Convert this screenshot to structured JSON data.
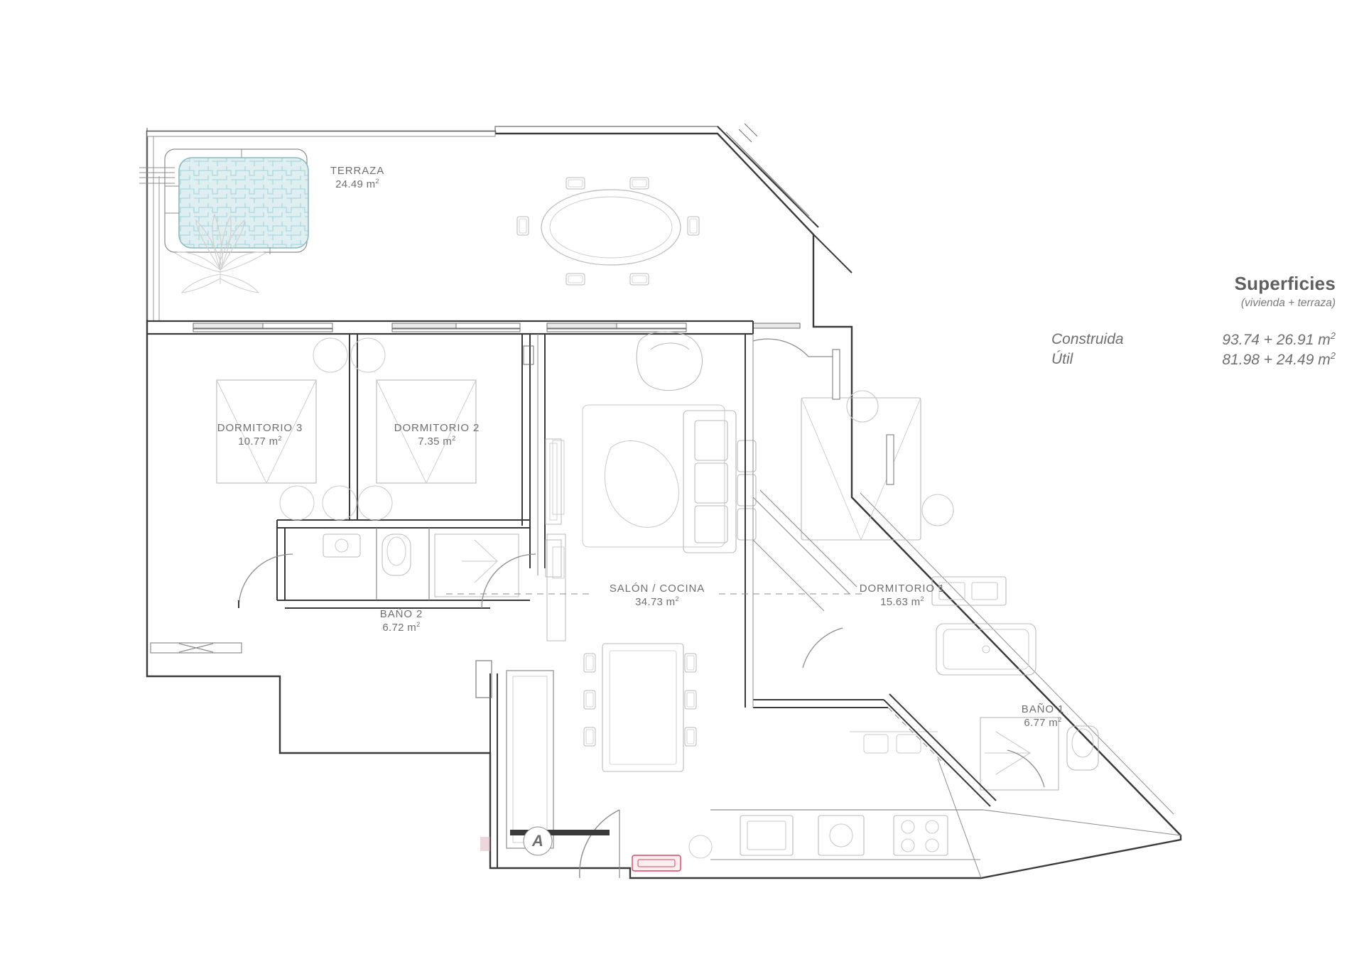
{
  "document": {
    "type": "architectural-floor-plan",
    "language": "es"
  },
  "surfaces": {
    "title": "Superficies",
    "subtitle": "(vivienda + terraza)",
    "rows": [
      {
        "label": "Construida",
        "value": "93.74 + 26.91 m²"
      },
      {
        "label": "Útil",
        "value": "81.98 + 24.49 m²"
      }
    ]
  },
  "rooms": [
    {
      "id": "terraza",
      "name": "TERRAZA",
      "area": "24.49 m²"
    },
    {
      "id": "dormitorio-3",
      "name": "DORMITORIO 3",
      "area": "10.77 m²"
    },
    {
      "id": "dormitorio-2",
      "name": "DORMITORIO 2",
      "area": "7.35 m²"
    },
    {
      "id": "salon-cocina",
      "name": "SALÓN / COCINA",
      "area": "34.73 m²"
    },
    {
      "id": "bano-2",
      "name": "BAÑO 2",
      "area": "6.72 m²"
    },
    {
      "id": "dormitorio-1",
      "name": "DORMITORIO 1",
      "area": "15.63 m²"
    },
    {
      "id": "bano-1",
      "name": "BAÑO 1",
      "area": "6.77 m²"
    }
  ],
  "entrance": {
    "marker": "A"
  },
  "colors": {
    "wall": "#3a3a3a",
    "thin_line": "#8c8c8c",
    "furniture": "#b9b9b9",
    "text": "#6f6f6f",
    "pool_fill": "#dfeef0",
    "pool_tile": "#9fd4da",
    "pool_stroke": "#8fb9c0",
    "accent_red": "#d9455f",
    "background": "#ffffff"
  }
}
